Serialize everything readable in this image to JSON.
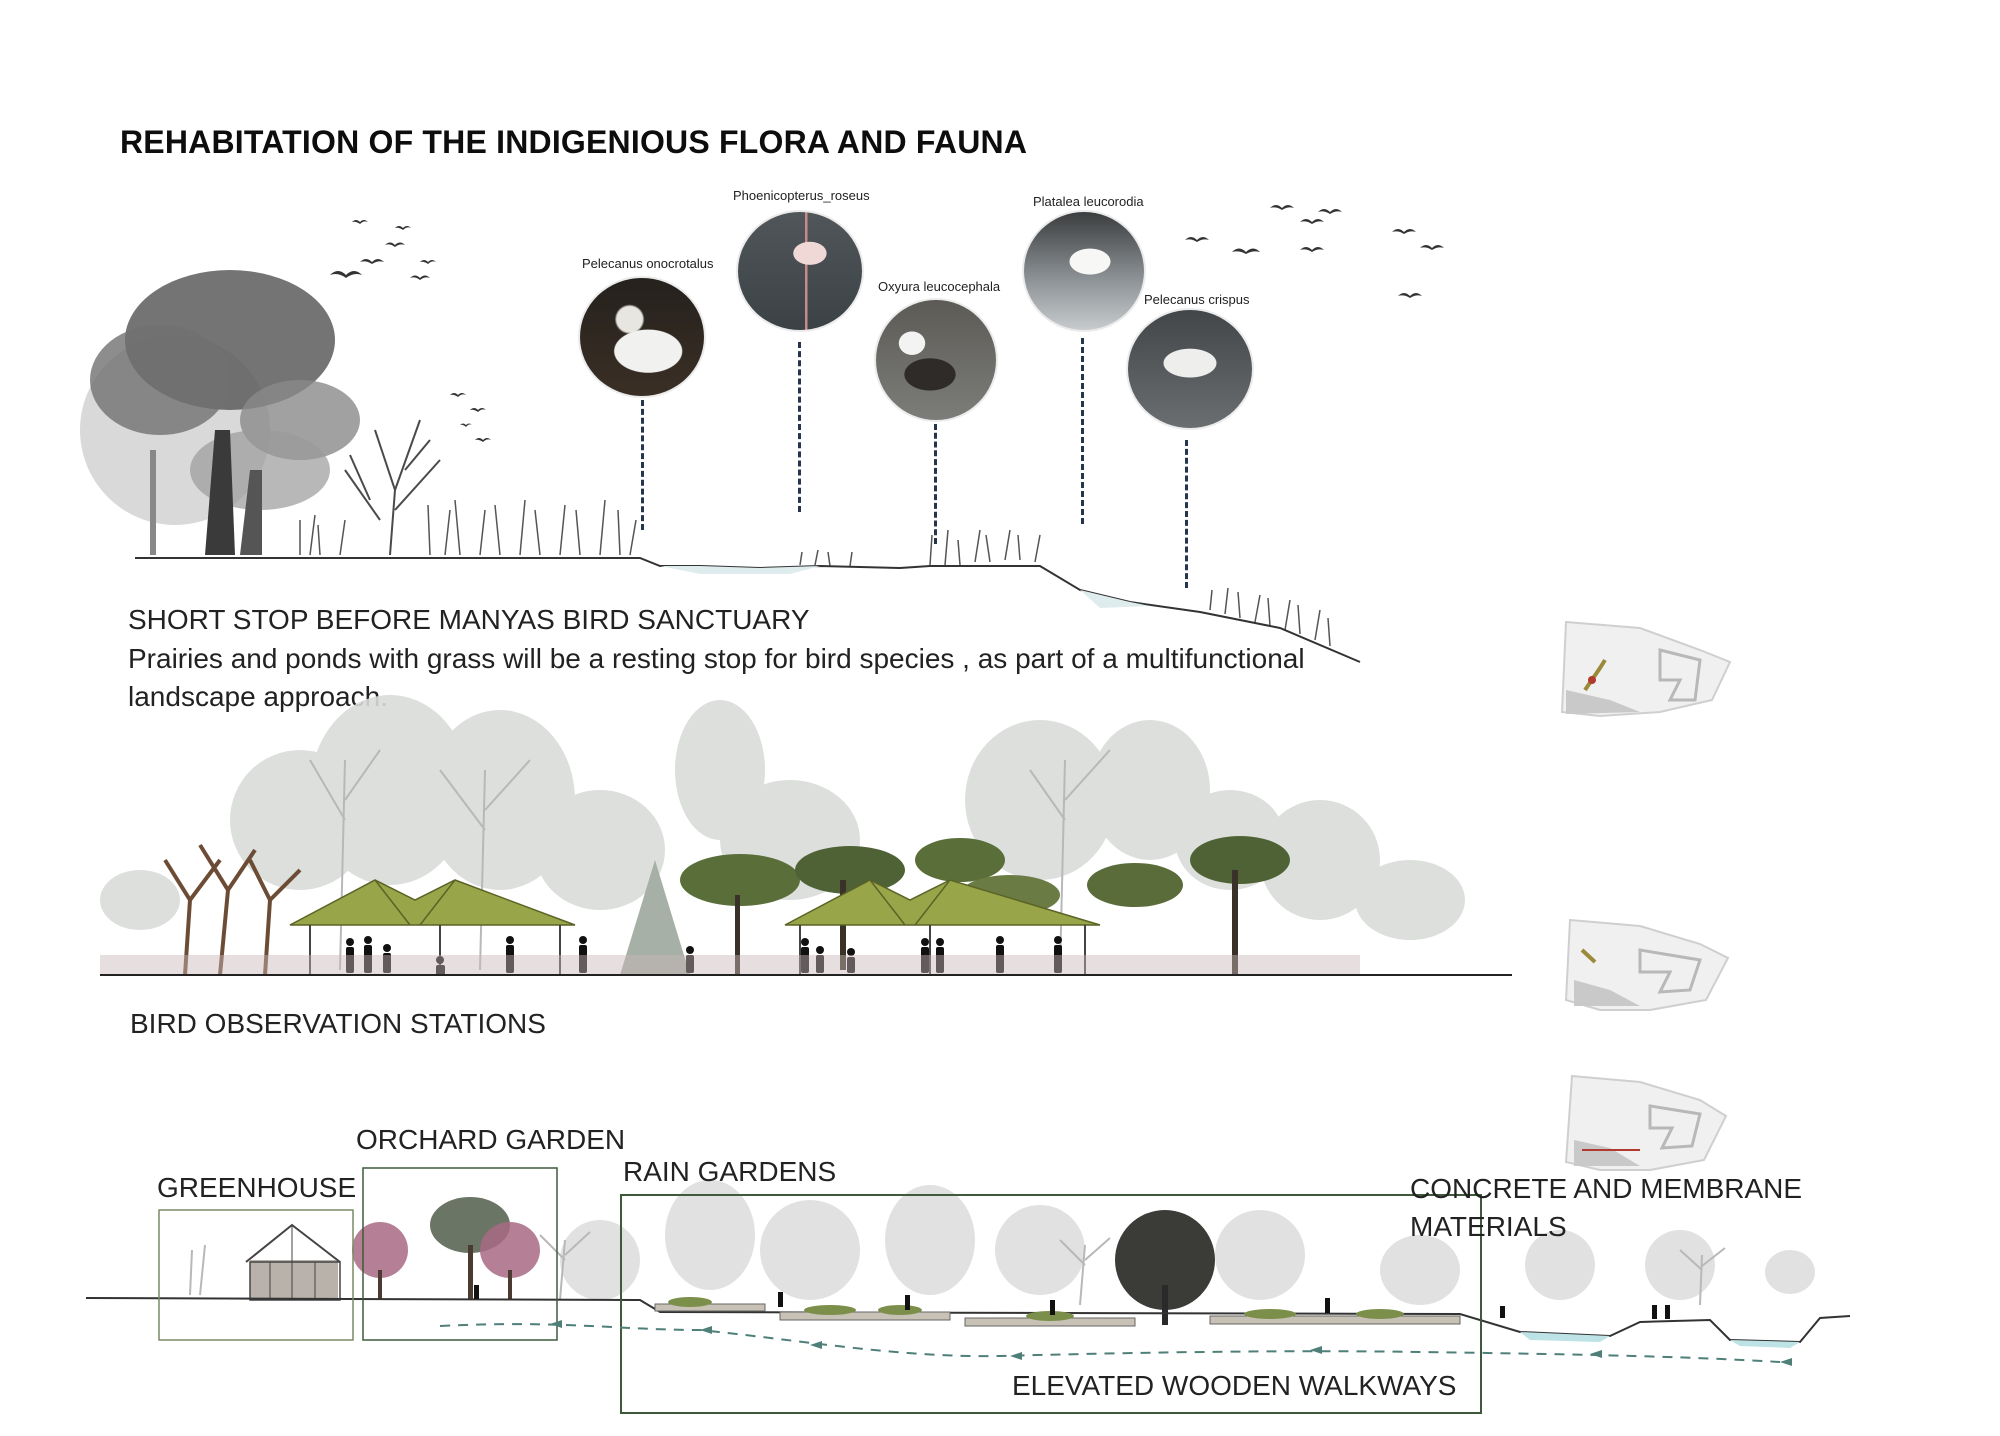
{
  "title": "REHABITATION OF THE INDIGENIOUS FLORA AND FAUNA",
  "species": [
    {
      "name": "Pelecanus onocrotalus",
      "icon": "pelican-photo"
    },
    {
      "name": "Phoenicopterus_roseus",
      "icon": "flamingo-photo"
    },
    {
      "name": "Oxyura leucocephala",
      "icon": "duck-photo"
    },
    {
      "name": "Platalea leucorodia",
      "icon": "spoonbill-photo"
    },
    {
      "name": "Pelecanus crispus",
      "icon": "pelican-flight-photo"
    }
  ],
  "section1": {
    "heading": "SHORT STOP BEFORE MANYAS BIRD SANCTUARY",
    "description": "Prairies and ponds with grass will be a resting stop for bird species , as part of a multifunctional landscape approach."
  },
  "section2": {
    "heading": "BIRD OBSERVATION STATIONS"
  },
  "section3": {
    "labels": {
      "greenhouse": "GREENHOUSE",
      "orchard": "ORCHARD GARDEN",
      "rain": "RAIN GARDENS",
      "concrete": "CONCRETE AND MEMBRANE MATERIALS",
      "walkways": "ELEVATED WOODEN WALKWAYS"
    }
  },
  "colors": {
    "dash": "#26354d",
    "roof": "#98a548",
    "box": "#3f5a3a",
    "flow": "#4e7f78"
  }
}
